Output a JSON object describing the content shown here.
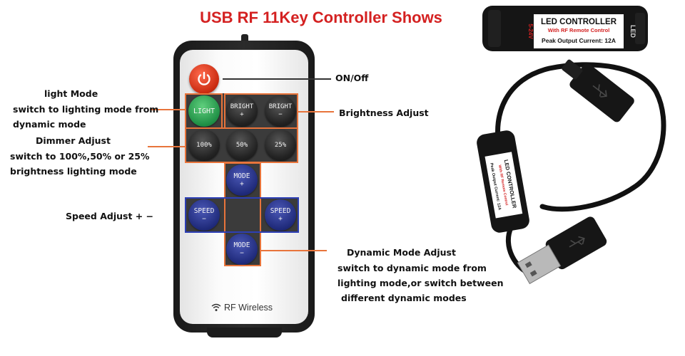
{
  "title": "USB RF 11Key Controller Shows",
  "annotations": {
    "on_off": "ON/Off",
    "brightness": "Brightness Adjust",
    "light_mode": [
      "light Mode",
      "switch to lighting mode from",
      "dynamic mode"
    ],
    "dimmer": [
      "Dimmer Adjust",
      "switch to 100%,50% or 25%",
      "brightness lighting mode"
    ],
    "speed": "Speed Adjust + −",
    "dynamic_mode": [
      "Dynamic Mode Adjust",
      "switch to dynamic mode from",
      "lighting mode,or switch between",
      "different dynamic modes"
    ]
  },
  "remote": {
    "buttons": {
      "light": "LIGHT",
      "bright_plus": [
        "BRIGHT",
        "+"
      ],
      "bright_minus": [
        "BRIGHT",
        "−"
      ],
      "p100": "100%",
      "p50": "50%",
      "p25": "25%",
      "mode_plus": [
        "MODE",
        "+"
      ],
      "mode_minus": [
        "MODE",
        "−"
      ],
      "speed_minus": [
        "SPEED",
        "−"
      ],
      "speed_plus": [
        "SPEED",
        "+"
      ]
    },
    "brand": "RF Wireless",
    "icons": {
      "power": "power-icon",
      "wireless": "wifi-icon"
    }
  },
  "controller": {
    "line1": "LED CONTROLLER",
    "line2": "With RF Remote Control",
    "line3": "Peak Output Current: 12A",
    "voltage": "5-24V",
    "led": "LED",
    "plus": "+"
  },
  "colors": {
    "title": "#d42121",
    "highlight": "#e8743b",
    "speed_box": "#2d3fb5"
  }
}
